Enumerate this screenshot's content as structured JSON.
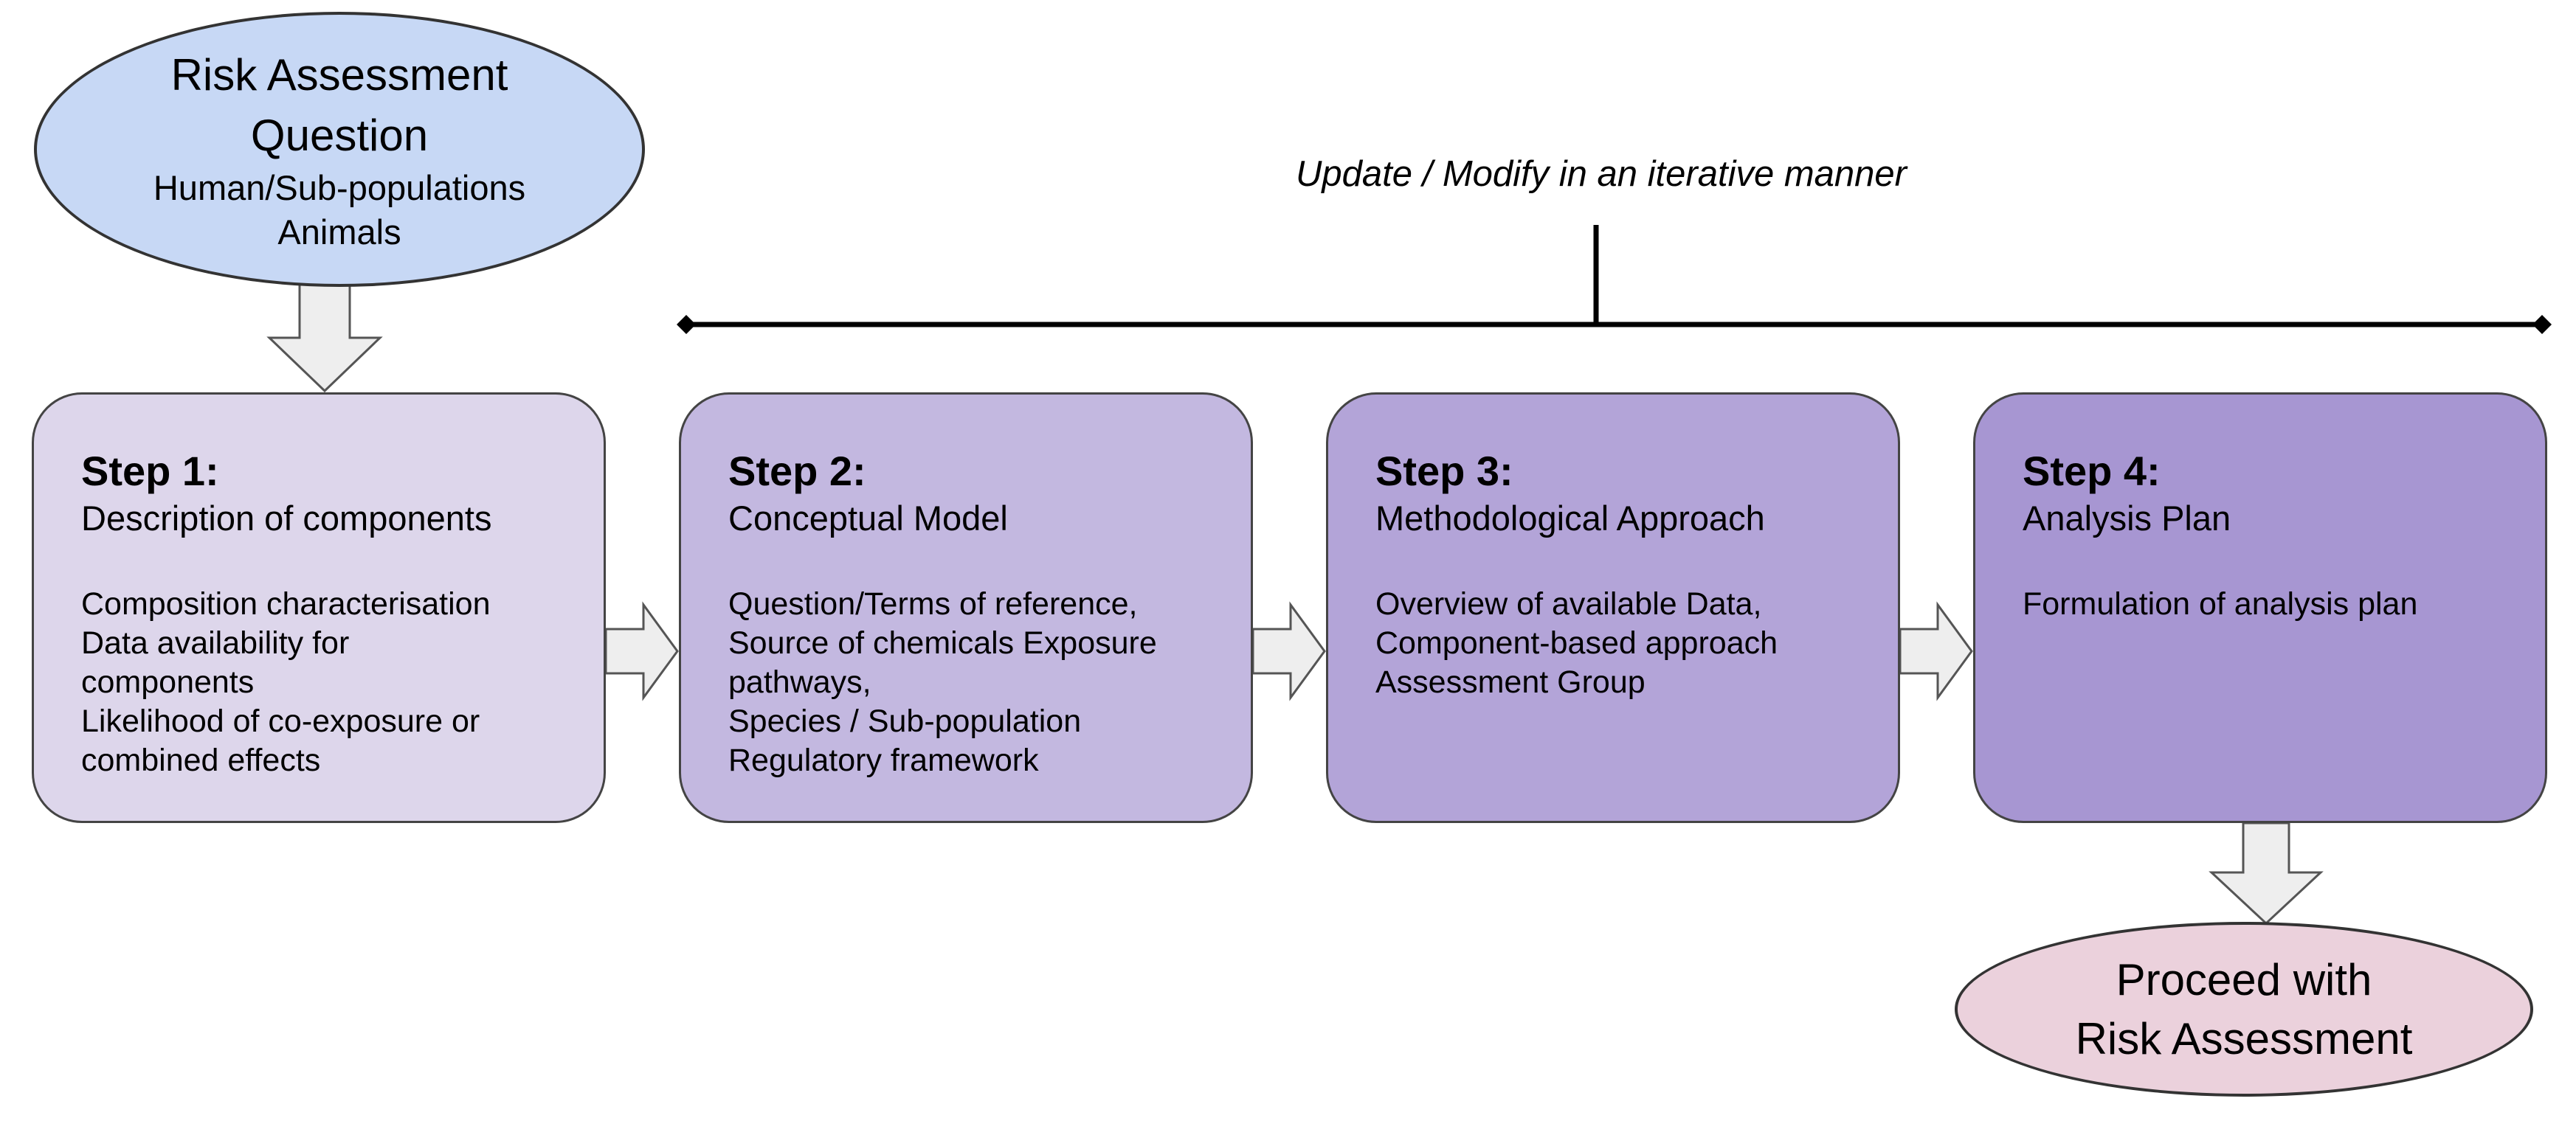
{
  "question": {
    "title_line1": "Risk Assessment",
    "title_line2": "Question",
    "sub_line1": "Human/Sub-populations",
    "sub_line2": "Animals"
  },
  "iteration_label": "Update / Modify in an iterative manner",
  "steps": [
    {
      "heading": "Step 1:",
      "subtitle": "Description of components",
      "items": [
        "Composition characterisation",
        "Data availability for",
        "components",
        "Likelihood of co-exposure or",
        "combined effects"
      ]
    },
    {
      "heading": "Step 2:",
      "subtitle": "Conceptual Model",
      "items": [
        "Question/Terms of reference,",
        "Source of chemicals Exposure",
        "pathways,",
        "Species / Sub-population",
        "Regulatory framework"
      ]
    },
    {
      "heading": "Step 3:",
      "subtitle": "Methodological Approach",
      "items": [
        "Overview of available Data,",
        "Component-based approach",
        "Assessment Group"
      ]
    },
    {
      "heading": "Step 4:",
      "subtitle": "Analysis Plan",
      "items": [
        "Formulation of analysis plan"
      ]
    }
  ],
  "outcome": {
    "line1": "Proceed with",
    "line2": "Risk Assessment"
  },
  "colors": {
    "question_fill": "#c7d8f5",
    "step1_fill": "#ddd6eb",
    "step2_fill": "#c3b8e0",
    "step3_fill": "#b3a4d8",
    "step4_fill": "#a796d2",
    "outcome_fill": "#ebd1dc",
    "arrow_fill": "#eeeeee"
  }
}
